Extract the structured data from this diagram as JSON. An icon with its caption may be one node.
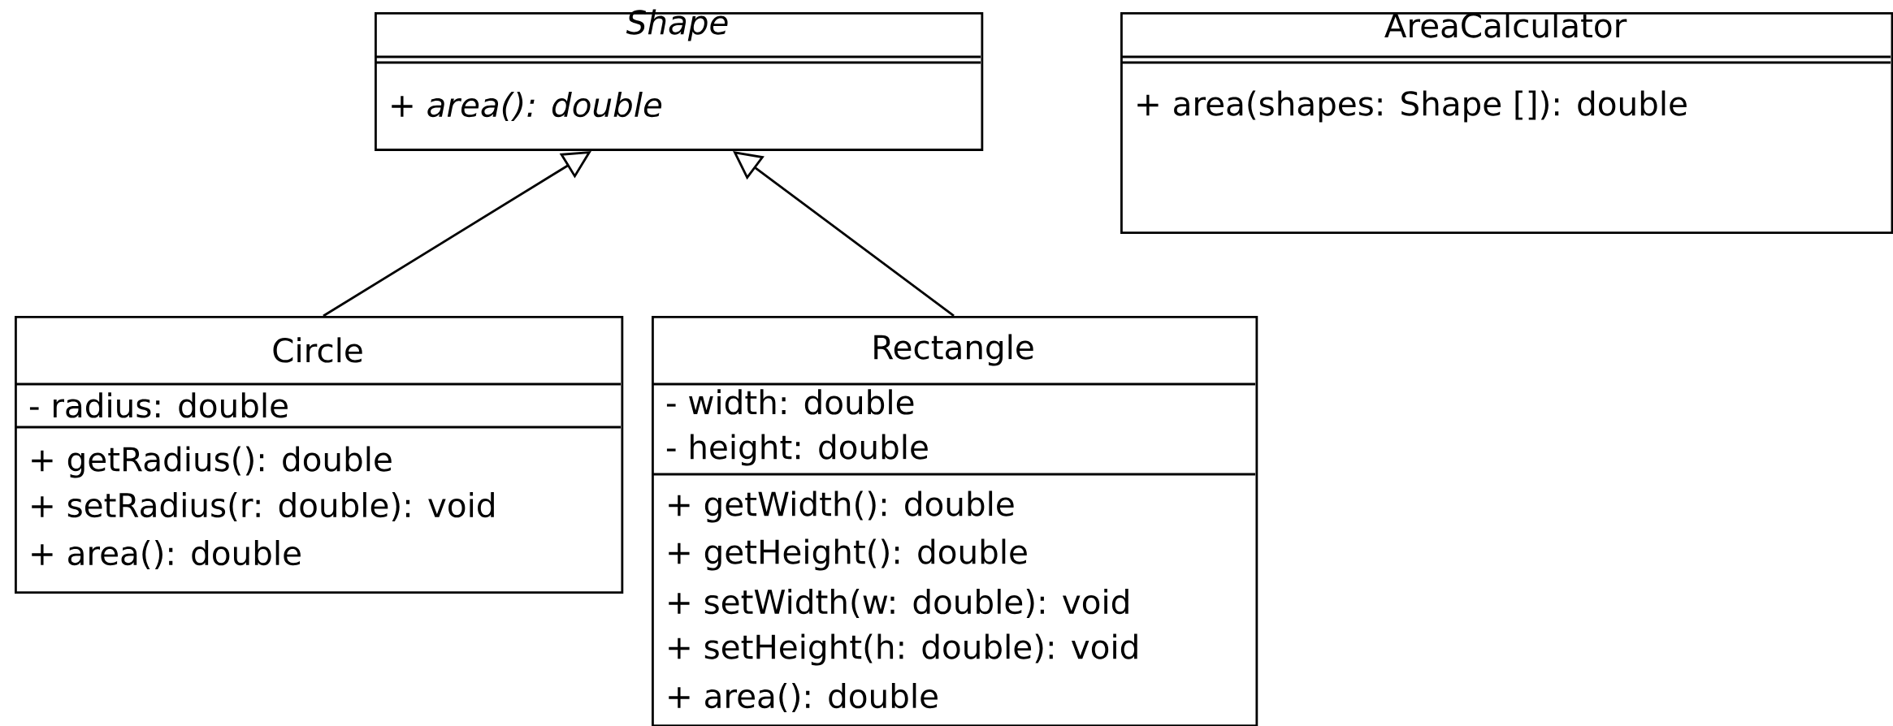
{
  "diagram": {
    "nodes": [
      {
        "text": [
          "Shape",
          "+ area(): double"
        ]
      },
      {
        "text": [
          "AreaCalculator",
          "+ area(shapes: Shape []): double"
        ]
      },
      {
        "text": [
          "Circle",
          "- radius: double",
          "+ getRadius(): double",
          "+ setRadius(r: double): void",
          "+ area(): double"
        ]
      },
      {
        "text": [
          "Rectangle",
          "- width: double",
          "- height: double",
          "+ getWidth(): double",
          "+ getHeight(): double",
          "+ setWidth(w: double): void",
          "+ setHeight(h: double): void",
          "+ area(): double"
        ]
      }
    ],
    "edges": [
      {
        "from": 2,
        "to": 0,
        "arrow": "to"
      },
      {
        "from": 3,
        "to": 0,
        "arrow": "to"
      }
    ]
  }
}
